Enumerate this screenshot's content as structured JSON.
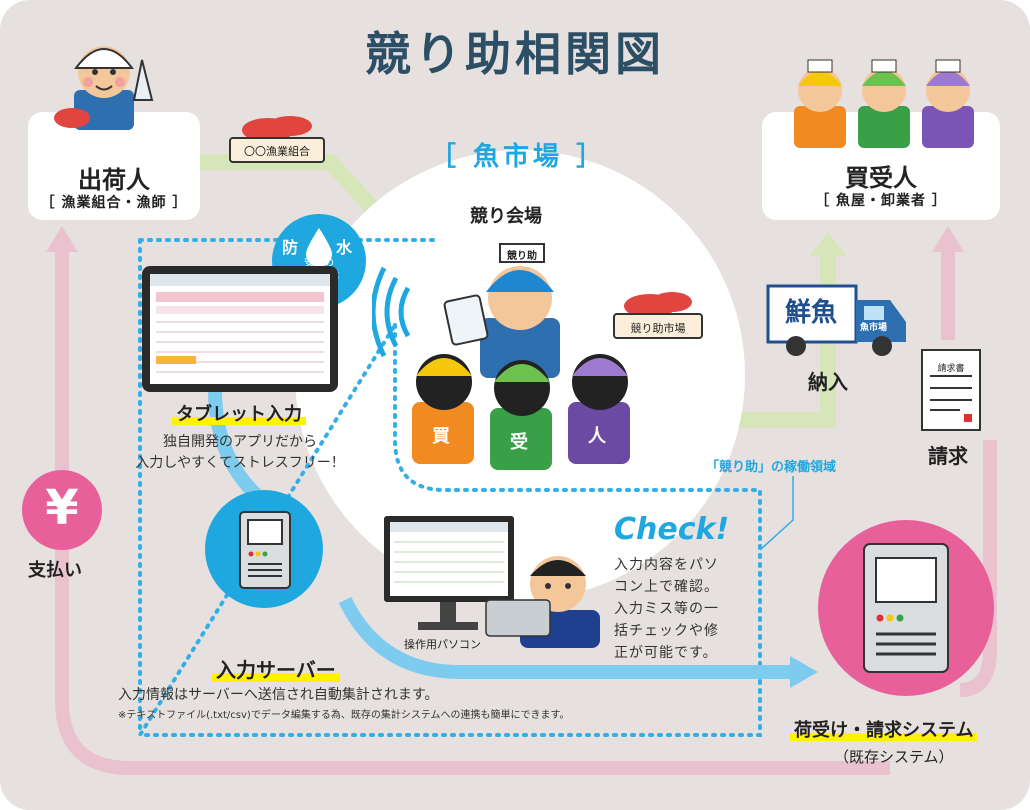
{
  "title": "競り助相関図",
  "shipper": {
    "name": "出荷人",
    "sub": "［ 漁業組合・漁師 ］",
    "crate_label": "〇〇漁業組合"
  },
  "buyer": {
    "name": "買受人",
    "sub": "［ 魚屋・卸業者 ］"
  },
  "market": {
    "label": "［ 魚市場 ］",
    "venue_label": "競り会場",
    "auctioneer_cap": "競り助",
    "crate_label": "競り助市場",
    "buyers_shirts": [
      "買",
      "受",
      "人"
    ]
  },
  "waterproof": {
    "line1": "防",
    "line2": "水",
    "caption": "安心の\n防水性能"
  },
  "tablet": {
    "title": "タブレット入力",
    "desc": "独自開発のアプリだから\n入力しやすくてストレスフリー！"
  },
  "truck": {
    "cargo": "鮮魚",
    "door": "魚市場"
  },
  "delivery_label": "納入",
  "invoice": {
    "doc_title": "請求書",
    "label": "請求"
  },
  "payment": {
    "symbol": "¥",
    "label": "支払い"
  },
  "area_label": "「競り助」の稼働領域",
  "check": {
    "title": "Check!",
    "text": "入力内容をパソ\nコン上で確認。\n入力ミス等の一\n括チェックや修\n正が可能です。"
  },
  "pc_label": "操作用パソコン",
  "server": {
    "title": "入力サーバー",
    "desc": "入力情報はサーバーへ送信され自動集計されます。",
    "note": "※テキストファイル(.txt/csv)でデータ編集する為、既存の集計システムへの連携も簡単にできます。"
  },
  "system": {
    "title": "荷受け・請求システム",
    "sub": "（既存システム）"
  },
  "colors": {
    "outer_bg": "#e6e1df",
    "navy_title": "#2c4f66",
    "sky_blue": "#1fa8e0",
    "pink": "#e8609a",
    "light_pink": "#e9c1cf",
    "light_green": "#d6e6b9",
    "yellow": "#fff200"
  }
}
